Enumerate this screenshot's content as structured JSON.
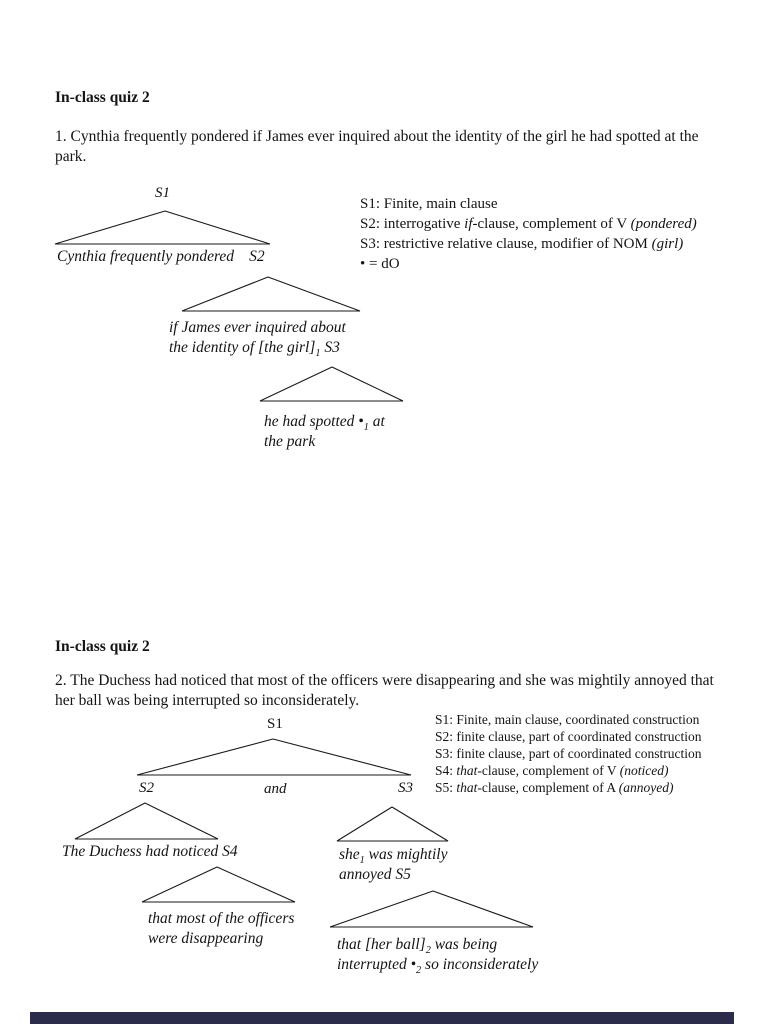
{
  "page": {
    "footer_bar_color": "#2b2b4a"
  },
  "quiz1": {
    "heading": "In-class quiz 2",
    "problem": "1. Cynthia frequently pondered if James ever inquired about the identity of the girl he had spotted at the park.",
    "tree": {
      "s1_label": "S1",
      "s1_line": [
        {
          "t": "Cynthia frequently pondered"
        },
        {
          "t": "S2",
          "gap": true
        }
      ],
      "s2_lines": [
        [
          {
            "t": "if James ever inquired about"
          }
        ],
        [
          {
            "t": "the identity of [the girl]"
          },
          {
            "sub": "1"
          },
          {
            "t": " S3"
          }
        ]
      ],
      "s3_lines": [
        [
          {
            "t": "he had spotted •"
          },
          {
            "sub": "1"
          },
          {
            "t": " at"
          }
        ],
        [
          {
            "t": "the park"
          }
        ]
      ]
    },
    "notes": [
      [
        {
          "t": "S1: Finite, main clause"
        }
      ],
      [
        {
          "t": "S2: interrogative "
        },
        {
          "i": "if"
        },
        {
          "t": "-clause, complement of V "
        },
        {
          "i": "(pondered)"
        }
      ],
      [
        {
          "t": "S3: restrictive relative clause, modifier of NOM "
        },
        {
          "i": "(girl)"
        }
      ],
      [
        {
          "t": "• = dO"
        }
      ]
    ]
  },
  "quiz2": {
    "heading": "In-class quiz 2",
    "problem": "2. The Duchess had noticed that most of the officers were disappearing and she was mightily annoyed that her ball was being interrupted so inconsiderately.",
    "tree": {
      "s1_label": "S1",
      "s2_label": "S2",
      "and_label": "and",
      "s3_label": "S3",
      "s2_line": [
        {
          "t": "The Duchess had noticed S4"
        }
      ],
      "s4_lines": [
        [
          {
            "t": "that most of the officers"
          }
        ],
        [
          {
            "t": "were disappearing"
          }
        ]
      ],
      "s3_lines": [
        [
          {
            "t": "she"
          },
          {
            "sub": "1"
          },
          {
            "t": " was mightily"
          }
        ],
        [
          {
            "t": "annoyed S5"
          }
        ]
      ],
      "s5_lines": [
        [
          {
            "t": "that [her ball]"
          },
          {
            "sub": "2"
          },
          {
            "t": " was being"
          }
        ],
        [
          {
            "t": "interrupted •"
          },
          {
            "sub": "2"
          },
          {
            "t": " so inconsiderately"
          }
        ]
      ]
    },
    "notes": [
      [
        {
          "t": "S1: Finite, main clause, coordinated construction"
        }
      ],
      [
        {
          "t": "S2: finite clause, part of coordinated construction"
        }
      ],
      [
        {
          "t": "S3: finite clause, part of coordinated construction"
        }
      ],
      [
        {
          "t": "S4: "
        },
        {
          "i": "that"
        },
        {
          "t": "-clause, complement of V "
        },
        {
          "i": "(noticed)"
        }
      ],
      [
        {
          "t": "S5: "
        },
        {
          "i": "that"
        },
        {
          "t": "-clause, complement of A "
        },
        {
          "i": "(annoyed)"
        }
      ]
    ]
  }
}
